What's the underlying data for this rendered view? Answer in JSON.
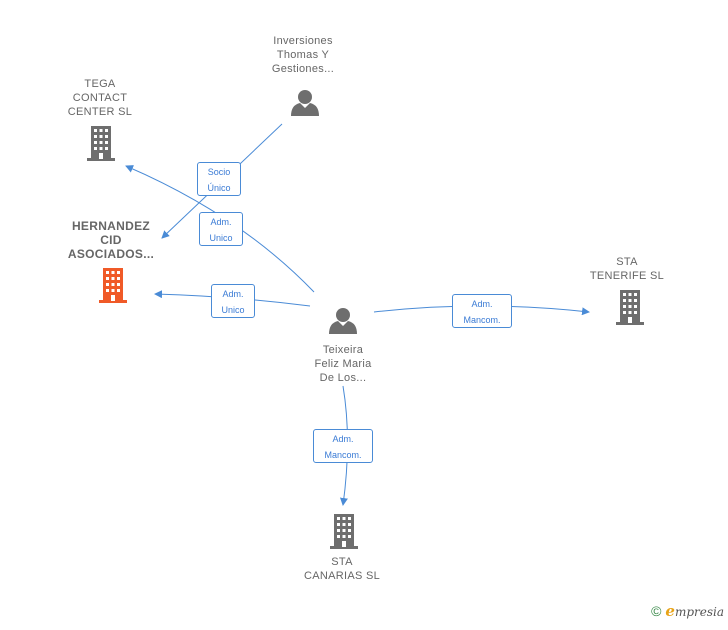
{
  "colors": {
    "edge": "#4a8bd6",
    "building": "#6e6e6e",
    "building_highlight": "#f05a28",
    "person": "#6e6e6e"
  },
  "nodes": {
    "inversiones": {
      "label": "Inversiones\nThomas Y\nGestiones...",
      "icon": "person-icon"
    },
    "tega": {
      "label": "TEGA\nCONTACT\nCENTER SL",
      "icon": "building-icon"
    },
    "hernandez": {
      "label": "HERNANDEZ\nCID\nASOCIADOS...",
      "icon": "building-icon-highlight"
    },
    "teixeira": {
      "label": "Teixeira\nFeliz Maria\nDe Los...",
      "icon": "person-icon"
    },
    "sta_tenerife": {
      "label": "STA\nTENERIFE SL",
      "icon": "building-icon"
    },
    "sta_canarias": {
      "label": "STA\nCANARIAS SL",
      "icon": "building-icon"
    }
  },
  "edges": {
    "socio_unico": "Socio\nÚnico",
    "adm_unico_tega": "Adm.\nUnico",
    "adm_unico_hernandez": "Adm.\nUnico",
    "adm_mancom_tenerife": "Adm.\nMancom.",
    "adm_mancom_canarias": "Adm.\nMancom."
  },
  "footer": {
    "copyright": "©",
    "brand_initial": "e",
    "brand_rest": "mpresia"
  }
}
